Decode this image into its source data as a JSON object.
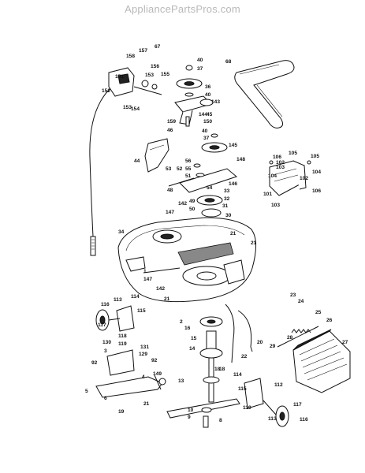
{
  "watermark": "AppliancePartsPros.com",
  "labels": [
    "158",
    "157",
    "67",
    "151",
    "156",
    "153",
    "155",
    "152",
    "153",
    "154",
    "40",
    "37",
    "36",
    "40",
    "68",
    "143",
    "144",
    "159",
    "45",
    "150",
    "40",
    "37",
    "145",
    "46",
    "44",
    "56",
    "55",
    "51",
    "52",
    "53",
    "148",
    "146",
    "54",
    "33",
    "32",
    "48",
    "49",
    "50",
    "31",
    "30",
    "147",
    "142",
    "34",
    "21",
    "21",
    "1",
    "147",
    "142",
    "21",
    "116",
    "113",
    "114",
    "115",
    "117",
    "118",
    "119",
    "2",
    "15",
    "16",
    "14",
    "20",
    "18",
    "29",
    "22",
    "23",
    "24",
    "25",
    "26",
    "28",
    "27",
    "130",
    "131",
    "129",
    "92",
    "92",
    "3",
    "5",
    "4",
    "149",
    "6",
    "21",
    "19",
    "18",
    "114",
    "112",
    "115",
    "117",
    "116",
    "113",
    "119",
    "13",
    "10",
    "9",
    "8",
    "106",
    "105",
    "102",
    "103",
    "104",
    "106",
    "105",
    "104",
    "102",
    "101",
    "103"
  ],
  "colors": {
    "ink": "#111111",
    "paper": "#ffffff",
    "watermark": "#b8b8b8"
  }
}
